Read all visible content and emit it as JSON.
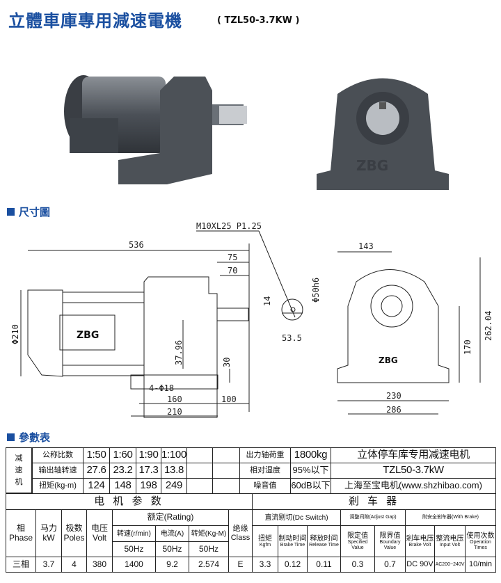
{
  "header": {
    "title": "立體車庫專用減速電機",
    "model": "( TZL50-3.7KW )"
  },
  "sections": {
    "dimensions": "尺寸圖",
    "params": "參數表"
  },
  "logo": "ZBG",
  "drawing": {
    "callout": "M10XL25 P1.25",
    "side": {
      "length": "536",
      "d75": "75",
      "d70": "70",
      "dia210": "Φ210",
      "h3796": "37.96",
      "h30": "30",
      "holes": "4-Φ18",
      "w160": "160",
      "w210": "210",
      "w100": "100"
    },
    "shaft": {
      "key14": "14",
      "dia50": "Φ50h6",
      "d535": "53.5"
    },
    "front": {
      "w143": "143",
      "h170": "170",
      "h26204": "262.04",
      "w230": "230",
      "w286": "286"
    }
  },
  "table": {
    "reducer_label": [
      "减",
      "速",
      "机"
    ],
    "rows": [
      {
        "label": "公称比数",
        "values": [
          "1:50",
          "1:60",
          "1:90",
          "1:100"
        ],
        "prop": "出力轴荷重",
        "prop_value": "1800kg",
        "right": "立体停车库专用减速电机"
      },
      {
        "label": "输出轴转速",
        "values": [
          "27.6",
          "23.2",
          "17.3",
          "13.8"
        ],
        "prop": "相对湿度",
        "prop_value": "95%以下",
        "right": "TZL50-3.7kW"
      },
      {
        "label": "扭矩(kg-m)",
        "values": [
          "124",
          "148",
          "198",
          "249"
        ],
        "prop": "噪音值",
        "prop_value": "60dB以下",
        "right": "上海至宝电机(www.shzhibao.com)"
      }
    ],
    "motor_title": "电 机 参 数",
    "brake_title": "剎 车 器",
    "motor_headers": {
      "phase": [
        "相",
        "Phase"
      ],
      "power": [
        "马力",
        "kW"
      ],
      "poles": [
        "极数",
        "Poles"
      ],
      "volt": [
        "电压",
        "Volt"
      ],
      "rating": "额定(Rating)",
      "speed": "转速(r/min)",
      "current": "电流(A)",
      "torque": "转矩(Kg-M)",
      "hz": "50Hz",
      "class": [
        "绝缘",
        "Class"
      ]
    },
    "brake_headers": {
      "dc": "直流剔切(Dc Switch)",
      "gap": "调整间隙(Adjust Gap)",
      "safe": "附安全剎车器(With Brake)",
      "torque": [
        "扭矩",
        "Kgfm"
      ],
      "brake_time": [
        "制动时间",
        "Brake Time"
      ],
      "release_time": [
        "释放时间",
        "Release Time"
      ],
      "specified": [
        "限定值",
        "Specified Value"
      ],
      "boundary": [
        "限界值",
        "Boundary Value"
      ],
      "brake_volt": [
        "剎车电压",
        "Brake Volt"
      ],
      "input_volt": [
        "整流电压",
        "Input Volt"
      ],
      "times": [
        "使用次数",
        "Operation Times"
      ]
    },
    "data": [
      "三相",
      "3.7",
      "4",
      "380",
      "1400",
      "9.2",
      "2.574",
      "E",
      "3.3",
      "0.12",
      "0.11",
      "0.3",
      "0.7",
      "DC 90V",
      "AC200~240V",
      "10/min"
    ]
  }
}
